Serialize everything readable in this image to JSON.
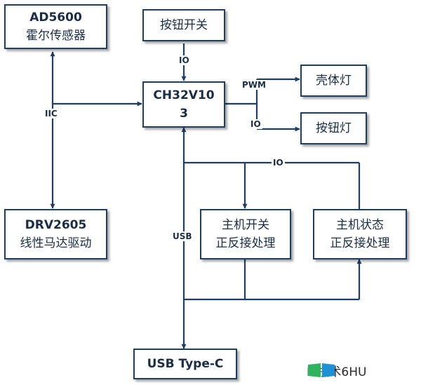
{
  "blocks": {
    "hall_sensor": {
      "line1": "AD5600",
      "line2": "霍尔传感器"
    },
    "button_switch": {
      "line1": "按钮开关"
    },
    "mcu": {
      "line1": "CH32V10",
      "line2": "3"
    },
    "shell_light": {
      "line1": "壳体灯"
    },
    "button_light": {
      "line1": "按钮灯"
    },
    "motor_driver": {
      "line1": "DRV2605",
      "line2": "线性马达驱动"
    },
    "host_switch": {
      "line1": "主机开关",
      "line2": "正反接处理"
    },
    "host_status": {
      "line1": "主机状态",
      "line2": "正反接处理"
    },
    "usb": {
      "line1": "USB Type-C"
    }
  },
  "labels": {
    "io_button": "IO",
    "pwm": "PWM",
    "io_light": "IO",
    "iic": "IIC",
    "io_bus": "IO",
    "usb_bus": "USB"
  },
  "watermark": {
    "text": "IT技术6HU"
  }
}
